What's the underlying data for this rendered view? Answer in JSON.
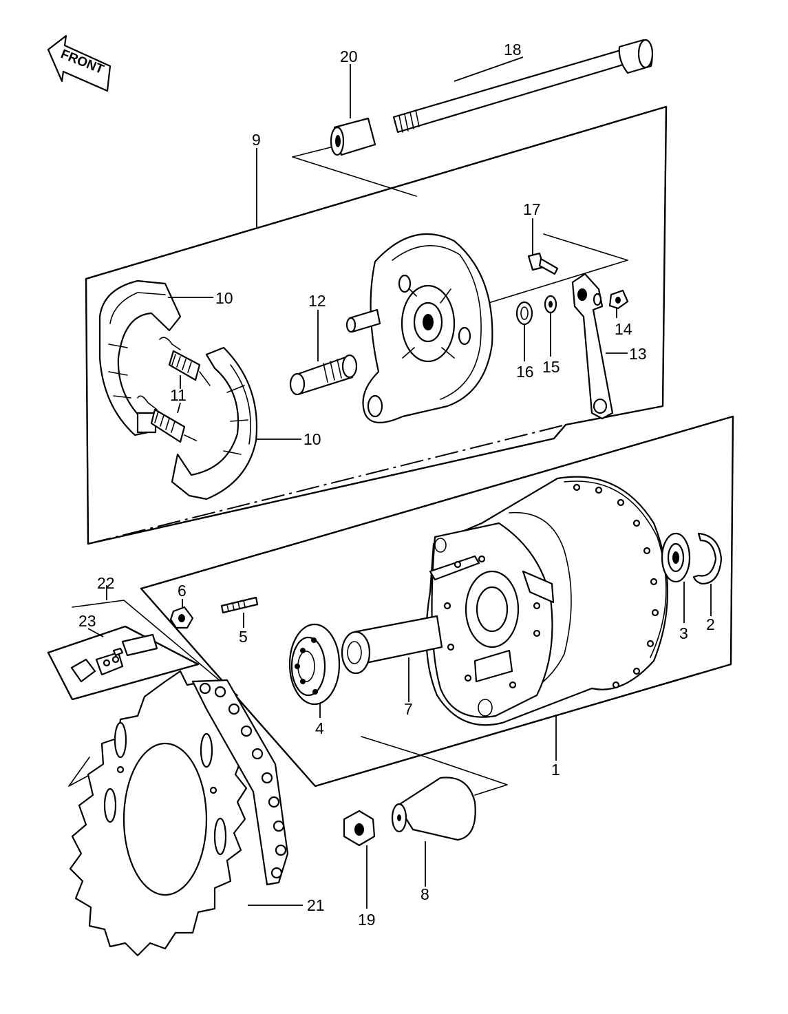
{
  "diagram": {
    "front_label": "FRONT",
    "callouts": {
      "c1": "1",
      "c2": "2",
      "c3": "3",
      "c4": "4",
      "c5": "5",
      "c6": "6",
      "c7": "7",
      "c8": "8",
      "c9": "9",
      "c10a": "10",
      "c10b": "10",
      "c11": "11",
      "c12": "12",
      "c13": "13",
      "c14": "14",
      "c15": "15",
      "c16": "16",
      "c17": "17",
      "c18": "18",
      "c19": "19",
      "c20": "20",
      "c21": "21",
      "c22": "22",
      "c23": "23"
    }
  }
}
